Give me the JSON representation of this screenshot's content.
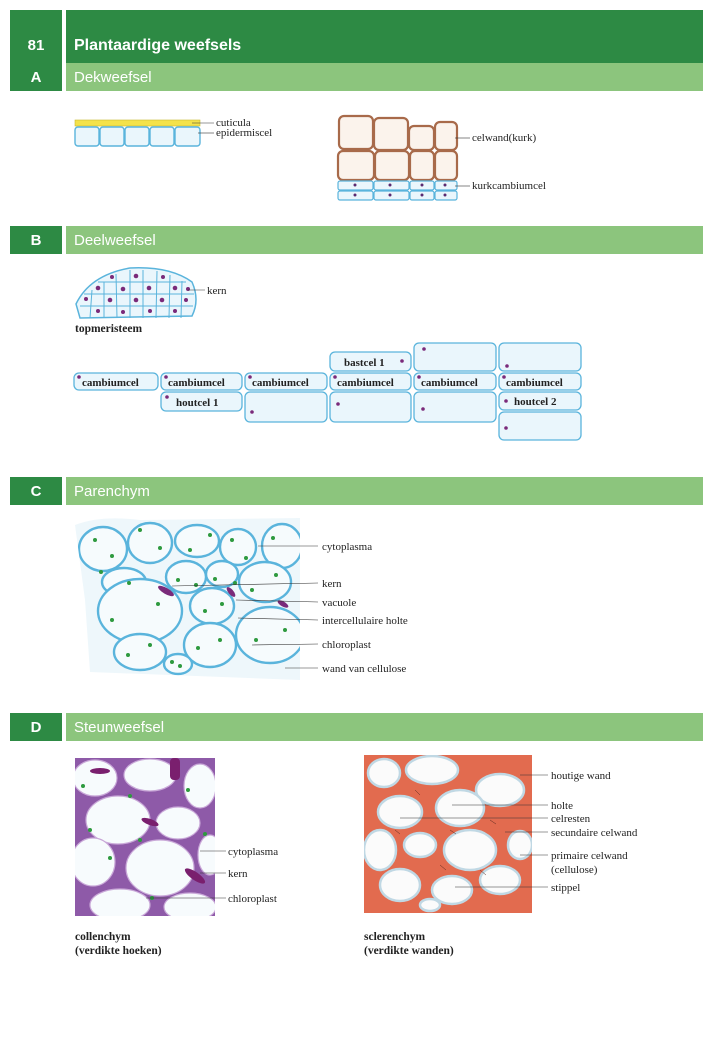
{
  "header": {
    "number": "81",
    "title": "Plantaardige weefsels"
  },
  "sections": [
    {
      "letter": "A",
      "title": "Dekweefsel"
    },
    {
      "letter": "B",
      "title": "Deelweefsel"
    },
    {
      "letter": "C",
      "title": "Parenchym"
    },
    {
      "letter": "D",
      "title": "Steunweefsel"
    }
  ],
  "a": {
    "cuticula": "cuticula",
    "epidermiscel": "epidermiscel",
    "celwand_kurk": "celwand(kurk)",
    "kurkcambiumcel": "kurkcambiumcel"
  },
  "b": {
    "kern": "kern",
    "topmeristeem": "topmeristeem",
    "cambiumcel": "cambiumcel",
    "houtcel1": "houtcel 1",
    "houtcel2": "houtcel 2",
    "bastcel1": "bastcel 1"
  },
  "c": {
    "cytoplasma": "cytoplasma",
    "kern": "kern",
    "vacuole": "vacuole",
    "intercellulaire_holte": "intercellulaire holte",
    "chloroplast": "chloroplast",
    "wand": "wand van cellulose"
  },
  "d": {
    "cytoplasma": "cytoplasma",
    "kern": "kern",
    "chloroplast": "chloroplast",
    "collenchym": "collenchym",
    "collenchym_sub": "(verdikte hoeken)",
    "houtige_wand": "houtige wand",
    "holte": "holte",
    "celresten": "celresten",
    "secundaire_celwand": "secundaire celwand",
    "primaire_celwand": "primaire celwand",
    "cellulose": "(cellulose)",
    "stippel": "stippel",
    "sclerenchym": "sclerenchym",
    "sclerenchym_sub": "(verdikte wanden)"
  },
  "colors": {
    "dark_green": "#2d8a44",
    "light_green": "#8cc57d",
    "cell_blue": "#5ab4dc",
    "cork_brown": "#a86a4a",
    "sclerenchym_red": "#e26b4f",
    "collenchym_purple": "#8e5aa8"
  }
}
